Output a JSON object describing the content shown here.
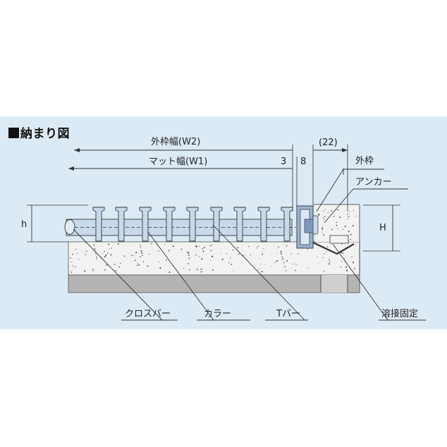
{
  "heading": "納まり図",
  "dimensions": {
    "outer_width": "外枠幅(W2)",
    "mat_width": "マット幅(W1)",
    "clearance": "(22)",
    "gap_3": "3",
    "gap_8": "8",
    "height_small": "h",
    "height_large": "H"
  },
  "labels": {
    "outer_frame": "外枠",
    "anchor": "アンカー",
    "cross_bar": "クロスバー",
    "collar": "カラー",
    "t_bar": "Tバー",
    "weld_fixing": "溶接固定"
  },
  "colors": {
    "panel": "#dceaf5",
    "concrete": "#f2f2f0",
    "slab": "#b4b4b2",
    "bar": "#c9d9ec",
    "frame": "#9ab2d3"
  }
}
